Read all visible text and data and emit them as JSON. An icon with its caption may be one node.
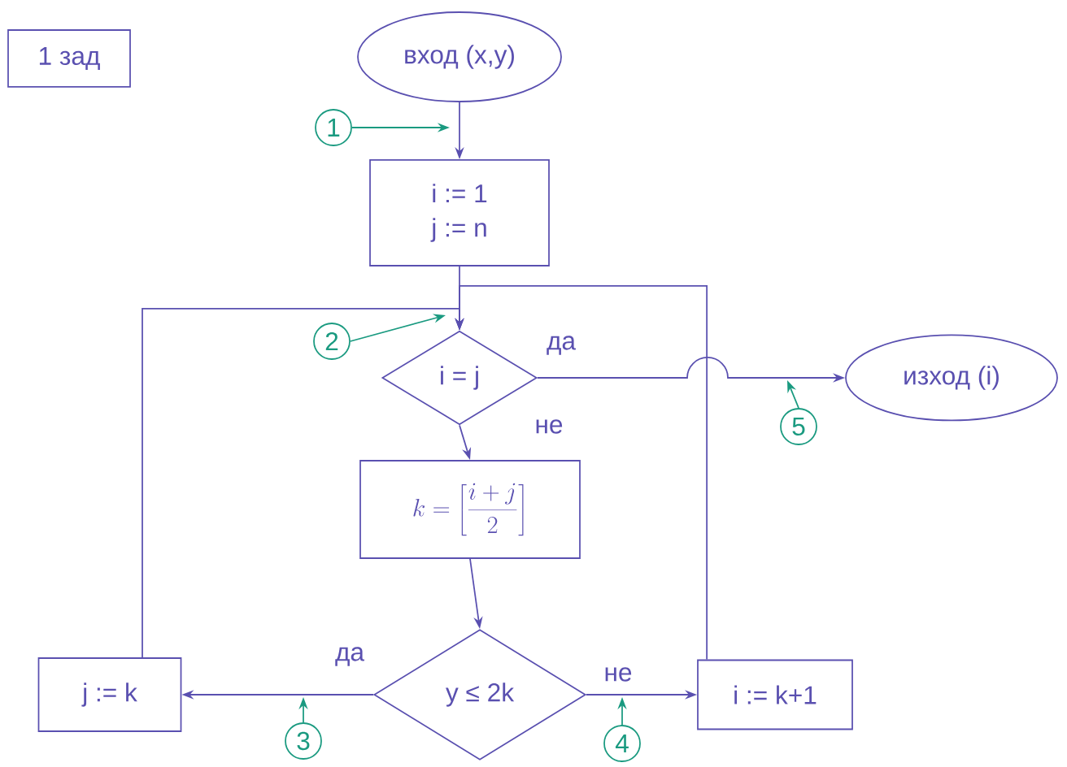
{
  "diagram": {
    "nodes": [
      {
        "text": [
          "1 зад"
        ]
      },
      {
        "text": [
          "вход (x,y)"
        ]
      },
      {
        "text": [
          "i := 1",
          "j := n"
        ]
      },
      {
        "text": [
          "i = j"
        ]
      },
      {
        "text": [
          "k = \\left[\\frac{i+j}{2}\\right]"
        ]
      },
      {
        "text": [
          "y ≤ 2k"
        ]
      },
      {
        "text": [
          "j := k"
        ]
      },
      {
        "text": [
          "i := k+1"
        ]
      },
      {
        "text": [
          "изход (i)"
        ]
      },
      {
        "text": [
          "1"
        ]
      },
      {
        "text": [
          "2"
        ]
      },
      {
        "text": [
          "3"
        ]
      },
      {
        "text": [
          "4"
        ]
      },
      {
        "text": [
          "5"
        ]
      }
    ],
    "edges": [
      {
        "from": 1,
        "to": 2,
        "arrow": "to"
      },
      {
        "from": 2,
        "to": 3,
        "arrow": "to"
      },
      {
        "from": 3,
        "to": 8,
        "arrow": "to",
        "label": "да"
      },
      {
        "from": 3,
        "to": 4,
        "arrow": "to",
        "label": "не"
      },
      {
        "from": 4,
        "to": 5,
        "arrow": "to"
      },
      {
        "from": 5,
        "to": 6,
        "arrow": "to",
        "label": "да"
      },
      {
        "from": 5,
        "to": 7,
        "arrow": "to",
        "label": "не"
      },
      {
        "from": 6,
        "to": 3,
        "arrow": "to"
      },
      {
        "from": 7,
        "to": 3,
        "arrow": "to"
      },
      {
        "from": 9,
        "to": null,
        "arrow": "to",
        "color": "#1a9a80"
      },
      {
        "from": 10,
        "to": null,
        "arrow": "to",
        "color": "#1a9a80"
      },
      {
        "from": 11,
        "to": null,
        "arrow": "to",
        "color": "#1a9a80"
      },
      {
        "from": 12,
        "to": null,
        "arrow": "to",
        "color": "#1a9a80"
      },
      {
        "from": 13,
        "to": null,
        "arrow": "to",
        "color": "#1a9a80"
      }
    ]
  }
}
